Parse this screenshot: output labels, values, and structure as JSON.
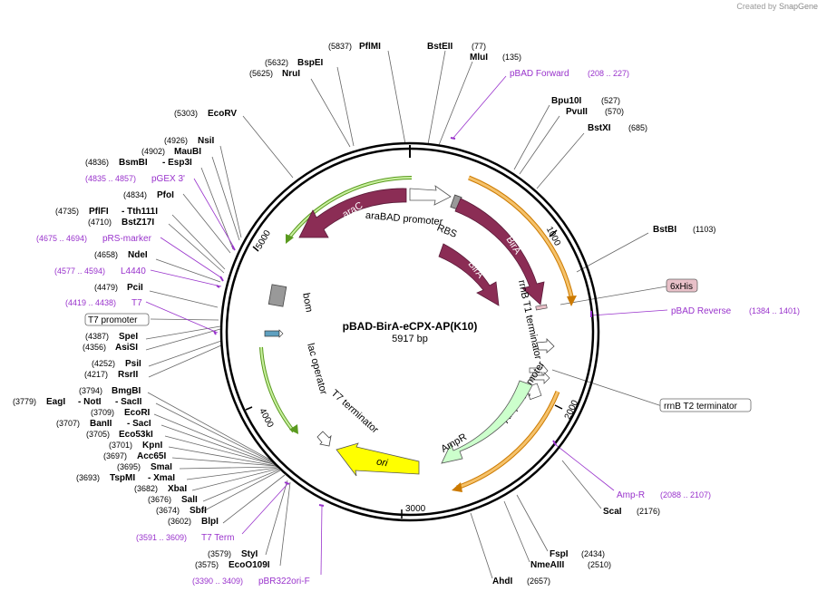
{
  "credit": {
    "prefix": "Created by",
    "brand": "SnapGene"
  },
  "plasmid": {
    "name": "pBAD-BirA-eCPX-AP(K10)",
    "length": "5917 bp"
  },
  "ticks": [
    {
      "label": "1000",
      "pos": 1000
    },
    {
      "label": "2000",
      "pos": 2000
    },
    {
      "label": "3000",
      "pos": 3000
    },
    {
      "label": "4000",
      "pos": 4000
    },
    {
      "label": "5000",
      "pos": 5000
    }
  ],
  "features": [
    {
      "name": "araC",
      "color": "#8b2d55"
    },
    {
      "name": "araBAD promoter",
      "color": "#ffffff"
    },
    {
      "name": "RBS",
      "color": "#888888"
    },
    {
      "name": "BirA",
      "color": "#8b2d55"
    },
    {
      "name": "BirA",
      "color": "#8b2d55"
    },
    {
      "name": "rrnB T1 terminator",
      "color": "#ffffff"
    },
    {
      "name": "AmpR promoter",
      "color": "#ffffff"
    },
    {
      "name": "AmpR",
      "color": "#ccffcc"
    },
    {
      "name": "ori",
      "color": "#ffff00"
    },
    {
      "name": "T7 terminator",
      "color": "#ffffff"
    },
    {
      "name": "lac operator",
      "color": "#ffffff"
    },
    {
      "name": "bom",
      "color": "#999999"
    }
  ],
  "boxed_labels": [
    {
      "name": "6xHis",
      "color": "#e8c0c8"
    },
    {
      "name": "T7 promoter",
      "color": "#ffffff"
    },
    {
      "name": "rrnB T2 terminator",
      "color": "#ffffff"
    }
  ],
  "sites": {
    "top": [
      {
        "pos": "(5837)",
        "name": "PflMI"
      },
      {
        "pos": "(5632)",
        "name": "BspEI"
      },
      {
        "pos": "(5625)",
        "name": "NruI"
      },
      {
        "pos": "(5303)",
        "name": "EcoRV"
      },
      {
        "name": "BstEII",
        "pos": "(77)"
      },
      {
        "name": "MluI",
        "pos": "(135)"
      },
      {
        "name": "Bpu10I",
        "pos": "(527)"
      },
      {
        "name": "PvuII",
        "pos": "(570)"
      },
      {
        "name": "BstXI",
        "pos": "(685)"
      },
      {
        "name": "BstBI",
        "pos": "(1103)"
      }
    ],
    "left": [
      {
        "pos": "(4926)",
        "name": "NsiI"
      },
      {
        "pos": "(4902)",
        "name": "MauBI"
      },
      {
        "pos": "(4836)",
        "name": "BsmBI",
        "name2": "- Esp3I"
      },
      {
        "pos": "(4834)",
        "name": "PfoI"
      },
      {
        "pos": "(4735)",
        "name": "PflFI",
        "name2": "- Tth111I"
      },
      {
        "pos": "(4710)",
        "name": "BstZ17I"
      },
      {
        "pos": "(4658)",
        "name": "NdeI"
      },
      {
        "pos": "(4479)",
        "name": "PciI"
      },
      {
        "pos": "(4387)",
        "name": "SpeI"
      },
      {
        "pos": "(4356)",
        "name": "AsiSI"
      },
      {
        "pos": "(4252)",
        "name": "PsiI"
      },
      {
        "pos": "(4217)",
        "name": "RsrII"
      },
      {
        "pos": "(3794)",
        "name": "BmgBI"
      },
      {
        "pos": "(3779)",
        "name": "EagI",
        "name2": "- NotI",
        "name3": "- SacII"
      },
      {
        "pos": "(3709)",
        "name": "EcoRI"
      },
      {
        "pos": "(3707)",
        "name": "BanII",
        "name2": "- SacI"
      },
      {
        "pos": "(3705)",
        "name": "Eco53kI"
      },
      {
        "pos": "(3701)",
        "name": "KpnI"
      },
      {
        "pos": "(3697)",
        "name": "Acc65I"
      },
      {
        "pos": "(3695)",
        "name": "SmaI"
      },
      {
        "pos": "(3693)",
        "name": "TspMI",
        "name2": "- XmaI"
      },
      {
        "pos": "(3682)",
        "name": "XbaI"
      },
      {
        "pos": "(3676)",
        "name": "SalI"
      },
      {
        "pos": "(3674)",
        "name": "SbfI"
      },
      {
        "pos": "(3602)",
        "name": "BlpI"
      },
      {
        "pos": "(3579)",
        "name": "StyI"
      },
      {
        "pos": "(3575)",
        "name": "EcoO109I"
      }
    ],
    "bottom": [
      {
        "name": "ScaI",
        "pos": "(2176)"
      },
      {
        "name": "FspI",
        "pos": "(2434)"
      },
      {
        "name": "NmeAIII",
        "pos": "(2510)"
      },
      {
        "name": "AhdI",
        "pos": "(2657)"
      }
    ]
  },
  "primers": [
    {
      "name": "pBAD Forward",
      "range": "(208 .. 227)"
    },
    {
      "name": "pBAD Reverse",
      "range": "(1384 .. 1401)"
    },
    {
      "name": "Amp-R",
      "range": "(2088 .. 2107)"
    },
    {
      "name": "pGEX 3'",
      "range": "(4835 .. 4857)"
    },
    {
      "name": "pRS-marker",
      "range": "(4675 .. 4694)"
    },
    {
      "name": "L4440",
      "range": "(4577 .. 4594)"
    },
    {
      "name": "T7",
      "range": "(4419 .. 4438)"
    },
    {
      "name": "T7 Term",
      "range": "(3591 .. 3609)"
    },
    {
      "name": "pBR322ori-F",
      "range": "(3390 .. 3409)"
    }
  ],
  "colors": {
    "primer": "#9933cc",
    "backbone": "#000000",
    "orf_highlight": "#f5a623",
    "orf_outline": "#cc7a00",
    "green_highlight": "#7acc33"
  }
}
